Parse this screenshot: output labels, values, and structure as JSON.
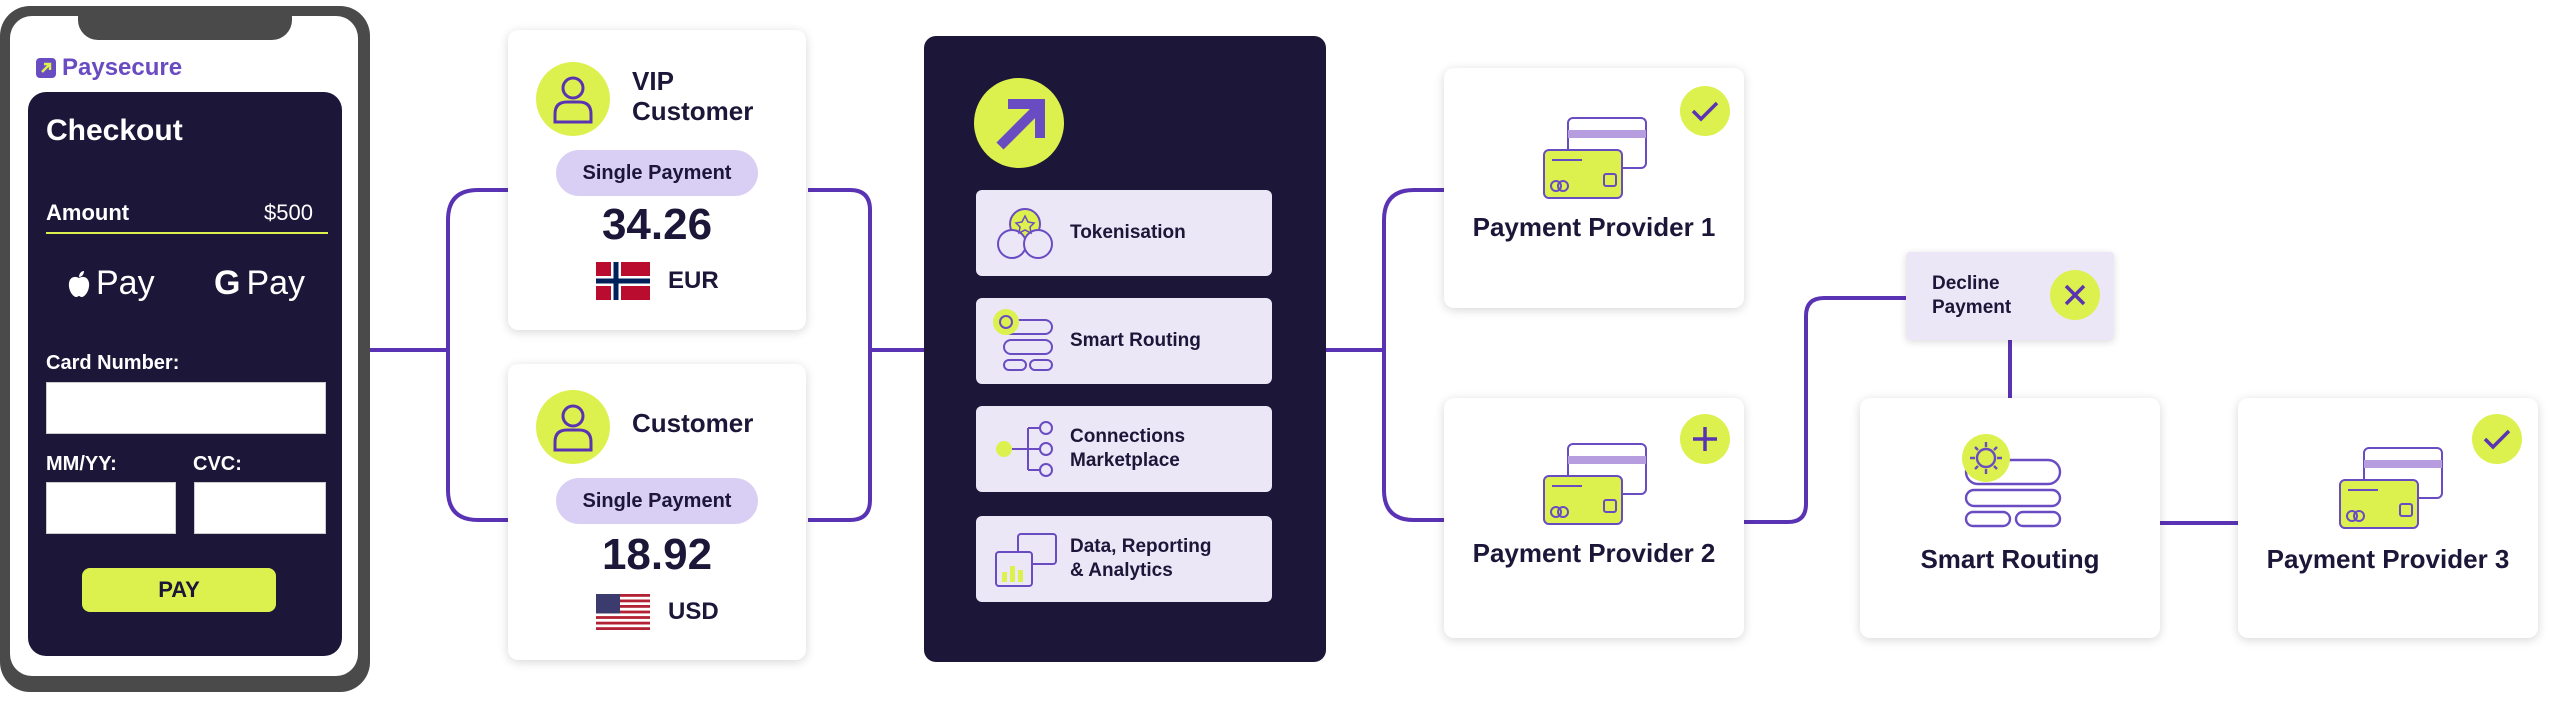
{
  "phone": {
    "brand": "Paysecure",
    "checkout_title": "Checkout",
    "amount_label": "Amount",
    "amount_value": "$500",
    "apple_pay_label": "Pay",
    "google_pay_letter": "G",
    "google_pay_label": "Pay",
    "card_number_label": "Card Number:",
    "expiry_label": "MM/YY:",
    "cvc_label": "CVC:",
    "pay_button": "PAY"
  },
  "customers": [
    {
      "name": "VIP Customer",
      "payment_type": "Single Payment",
      "amount": "34.26",
      "currency": "EUR",
      "flag": "norway-flag"
    },
    {
      "name": "Customer",
      "payment_type": "Single Payment",
      "amount": "18.92",
      "currency": "USD",
      "flag": "usa-flag"
    }
  ],
  "platform": {
    "features": [
      {
        "label": "Tokenisation",
        "icon": "tokenisation-icon"
      },
      {
        "label": "Smart Routing",
        "icon": "smart-routing-icon"
      },
      {
        "label": "Connections Marketplace",
        "icon": "connections-icon"
      },
      {
        "label": "Data, Reporting & Analytics",
        "icon": "analytics-icon"
      }
    ]
  },
  "providers": [
    {
      "label": "Payment Provider 1",
      "badge": "check-icon"
    },
    {
      "label": "Payment Provider 2",
      "badge": "plus-icon"
    },
    {
      "label": "Payment Provider 3",
      "badge": "check-icon"
    }
  ],
  "decline": {
    "label": "Decline Payment",
    "icon": "x-icon"
  },
  "routing": {
    "label": "Smart Routing",
    "icon": "gear-icon"
  },
  "colors": {
    "dark": "#1c1638",
    "accent": "#dcf14d",
    "purple": "#6a4cc2",
    "lavender": "#d9cff5",
    "line": "#5a33b5"
  }
}
